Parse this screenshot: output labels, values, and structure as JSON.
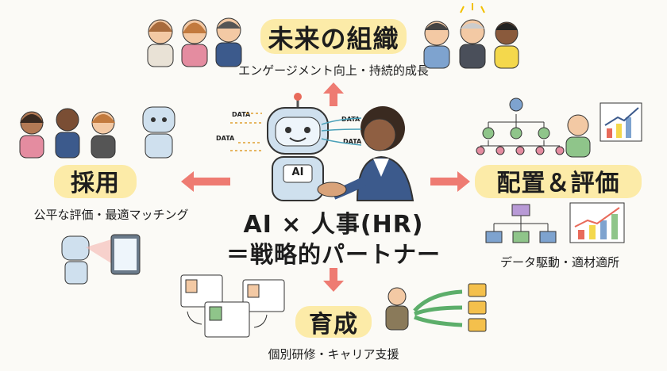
{
  "top": {
    "title": "未来の組織",
    "subtitle": "エンゲージメント向上・持続的成長"
  },
  "left": {
    "title": "採用",
    "subtitle": "公平な評価・最適マッチング"
  },
  "right": {
    "title": "配置＆評価",
    "subtitle": "データ駆動・適材適所"
  },
  "bottom": {
    "title": "育成",
    "subtitle": "個別研修・キャリア支援"
  },
  "center": {
    "line1": "AI × 人事(HR)",
    "line2": "＝戦略的パートナー",
    "robot_label": "AI",
    "data_labels": [
      "DATA",
      "DATA",
      "DATA",
      "DATA"
    ]
  },
  "colors": {
    "arrow": "#ee7b72",
    "highlight": "#fbe79a",
    "suit": "#3c5a8c",
    "robot": "#cfe0ee"
  }
}
